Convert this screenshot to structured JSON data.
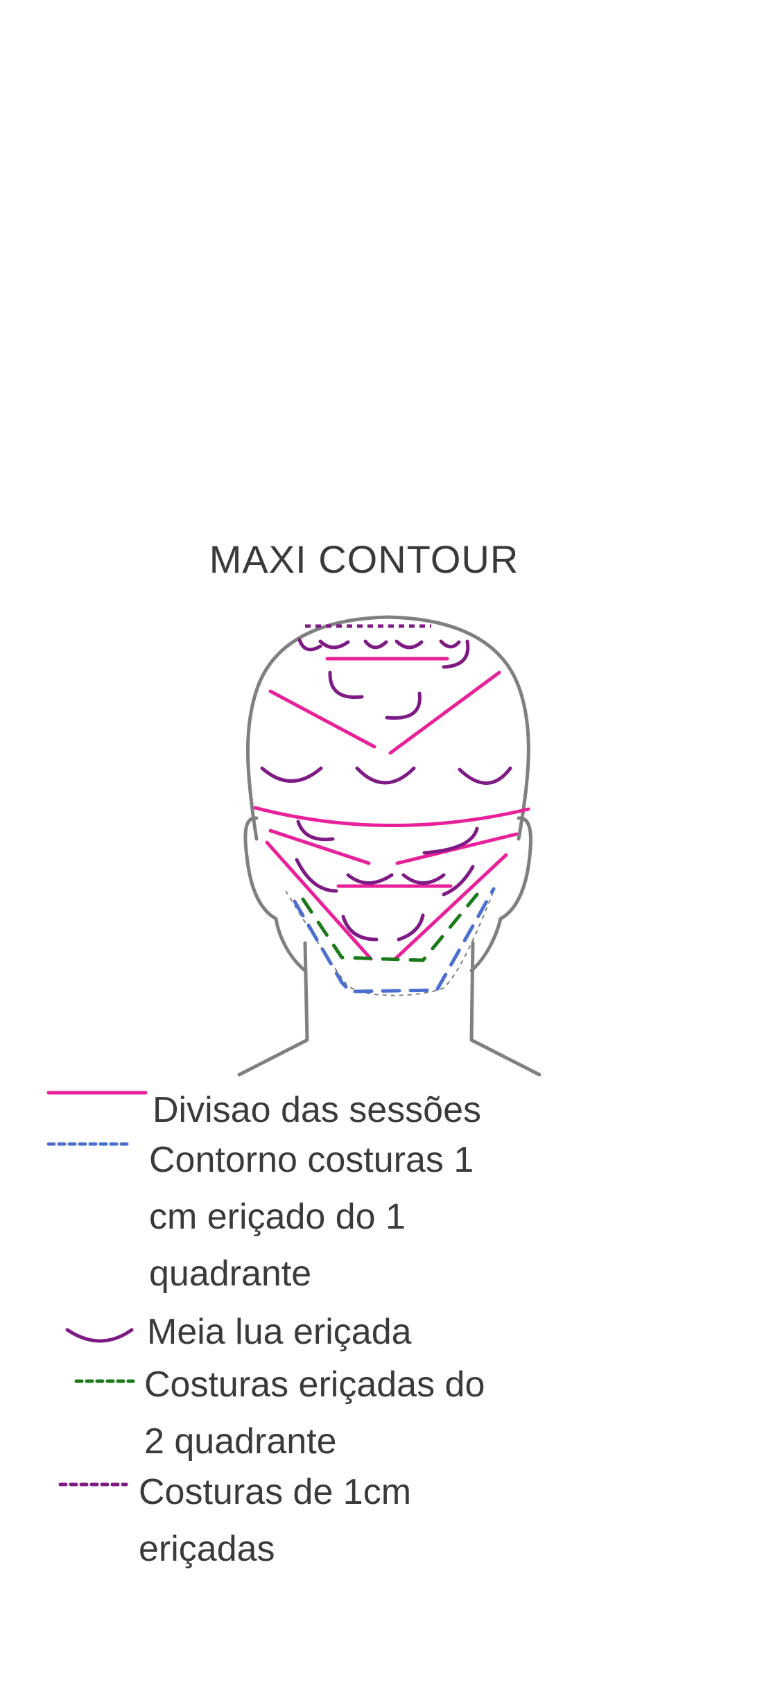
{
  "title": "MAXI CONTOUR",
  "colors": {
    "outline": "#808080",
    "session_division": "#e8219a",
    "contour_seams": "#4a6fd0",
    "half_moon": "#7d1a84",
    "second_quadrant_seams": "#1a7a1a",
    "one_cm_seams": "#7d1a84"
  },
  "legend": [
    {
      "key": "session_division",
      "style": "solid-line",
      "label": "Divisao das sessões"
    },
    {
      "key": "contour_seams",
      "style": "dotted-line",
      "label_lines": [
        "Contorno costuras 1",
        "cm eriçado do 1",
        "quadrante"
      ]
    },
    {
      "key": "half_moon",
      "style": "arc",
      "label": "Meia lua eriçada"
    },
    {
      "key": "second_quadrant_seams",
      "style": "dotted-line",
      "label_lines": [
        "Costuras eriçadas do",
        "2 quadrante"
      ]
    },
    {
      "key": "one_cm_seams",
      "style": "dotted-line",
      "label_lines": [
        "Costuras de 1cm",
        "eriçadas"
      ]
    }
  ]
}
